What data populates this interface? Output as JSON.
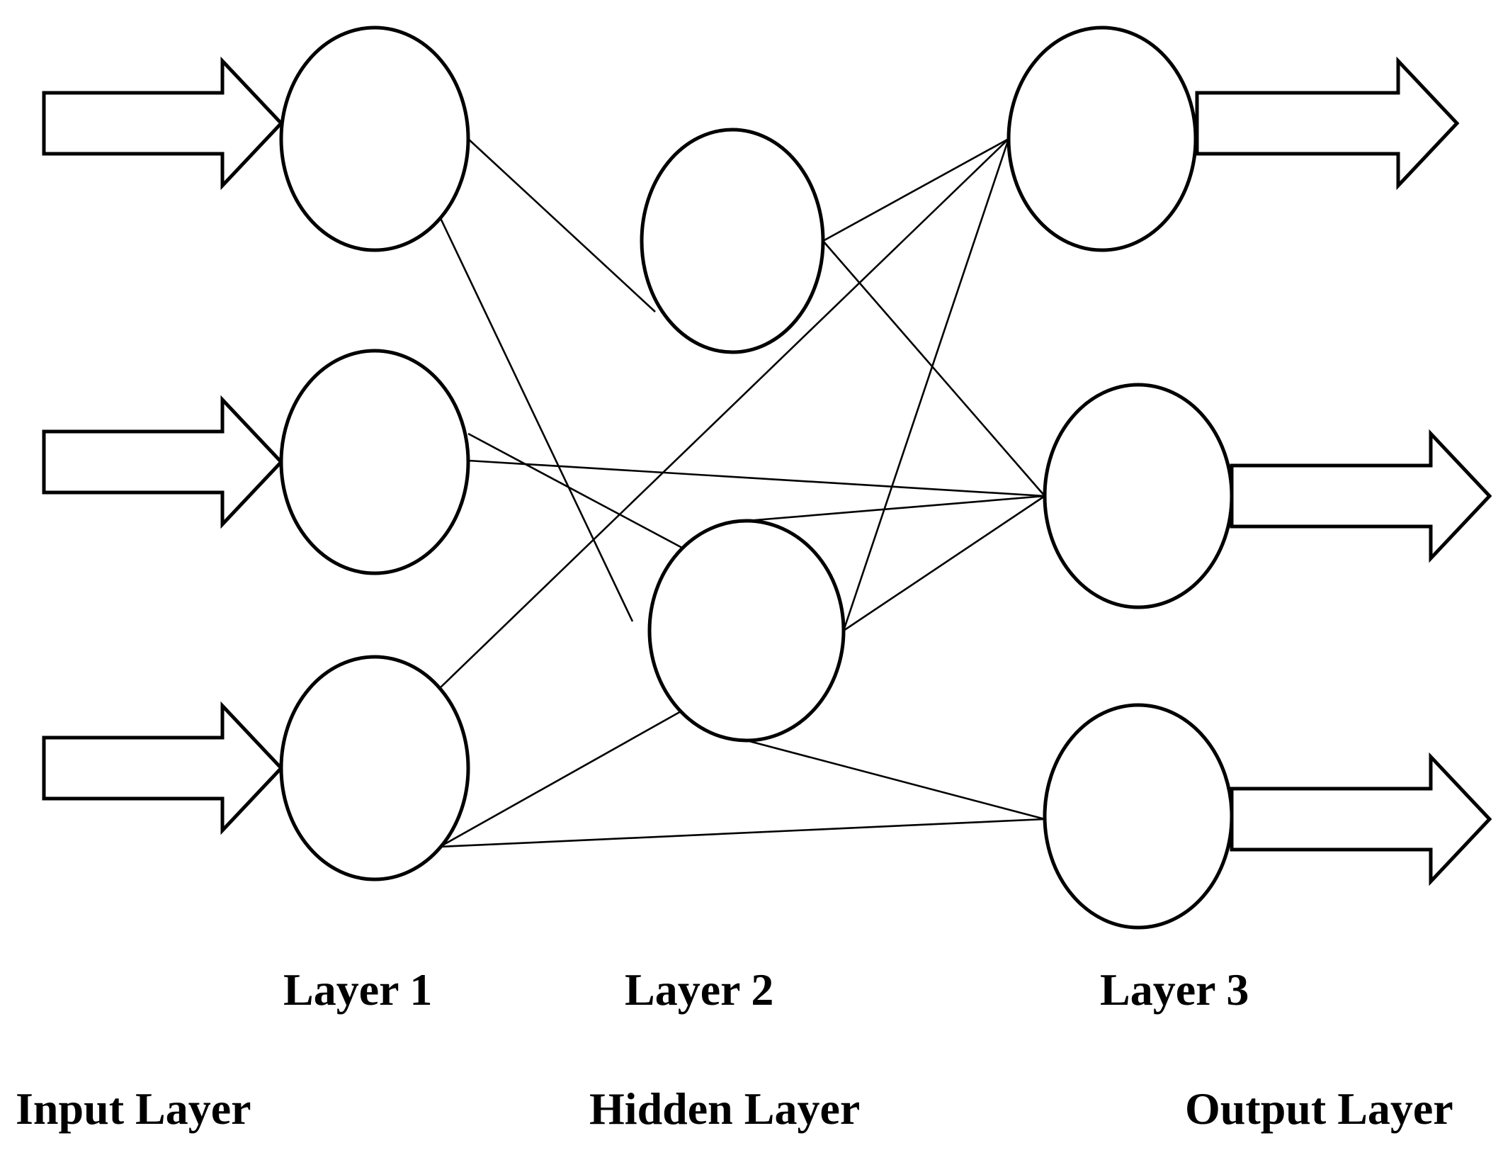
{
  "layer_labels": [
    "Layer 1",
    "Layer 2",
    "Layer 3"
  ],
  "group_labels": [
    "Input Layer",
    "Hidden Layer",
    "Output Layer"
  ],
  "layers": [
    {
      "nodes": [
        "l1n1",
        "l1n2",
        "l1n3"
      ]
    },
    {
      "nodes": [
        "l2n1",
        "l2n2"
      ]
    },
    {
      "nodes": [
        "l3n1",
        "l3n2",
        "l3n3"
      ]
    }
  ],
  "edges": [
    [
      "l1n1",
      "l2n1"
    ],
    [
      "l1n1",
      "l2n2"
    ],
    [
      "l1n2",
      "l2n2"
    ],
    [
      "l1n2",
      "l3n2"
    ],
    [
      "l1n3",
      "l2n2"
    ],
    [
      "l1n3",
      "l3n1"
    ],
    [
      "l1n3",
      "l3n3"
    ],
    [
      "l2n1",
      "l3n1"
    ],
    [
      "l2n1",
      "l3n2"
    ],
    [
      "l2n2",
      "l3n1"
    ],
    [
      "l2n2",
      "l3n2"
    ],
    [
      "l2n2",
      "l3n3"
    ]
  ],
  "input_arrows": [
    "l1n1",
    "l1n2",
    "l1n3"
  ],
  "output_arrows": [
    "l3n1",
    "l3n2",
    "l3n3"
  ],
  "colors": {
    "stroke": "#000000",
    "fill": "#ffffff",
    "text": "#000000"
  }
}
